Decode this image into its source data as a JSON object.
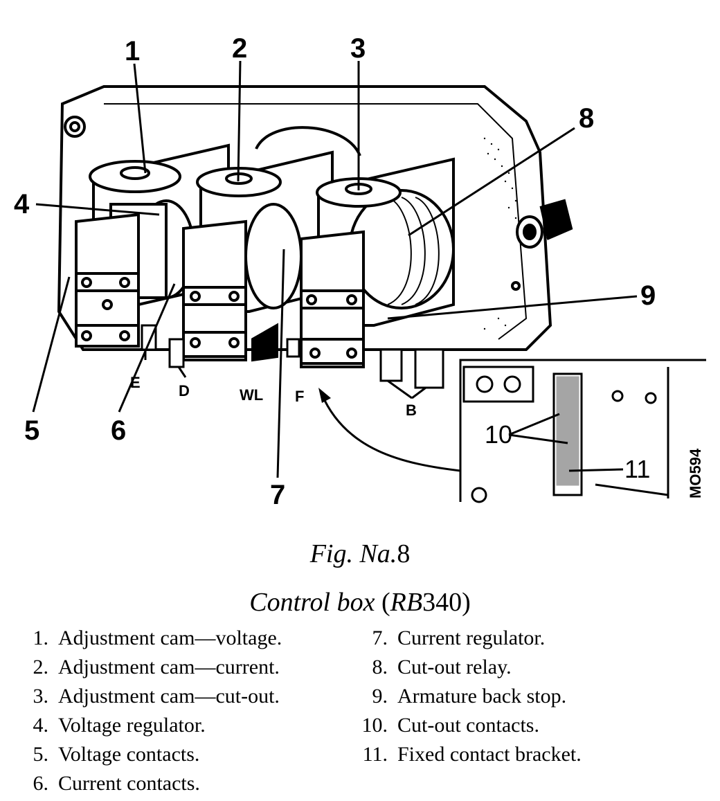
{
  "diagram": {
    "callouts": [
      "1",
      "2",
      "3",
      "4",
      "5",
      "6",
      "7",
      "8",
      "9"
    ],
    "terminals": [
      "E",
      "D",
      "WL",
      "F",
      "B"
    ],
    "inset_labels": [
      "10",
      "11"
    ],
    "drawing_code": "MO594"
  },
  "caption": {
    "fig_prefix": "Fig. Na.",
    "fig_num": "8",
    "title_italic": "Control box",
    "title_open": "(",
    "title_model_italic": "RB",
    "title_model_num": "340",
    "title_close": ")"
  },
  "legend_left": [
    {
      "num": "1.",
      "text": "Adjustment cam—voltage."
    },
    {
      "num": "2.",
      "text": "Adjustment cam—current."
    },
    {
      "num": "3.",
      "text": "Adjustment cam—cut-out."
    },
    {
      "num": "4.",
      "text": "Voltage regulator."
    },
    {
      "num": "5.",
      "text": "Voltage contacts."
    },
    {
      "num": "6.",
      "text": "Current contacts."
    }
  ],
  "legend_right": [
    {
      "num": "7.",
      "text": "Current regulator."
    },
    {
      "num": "8.",
      "text": "Cut-out relay."
    },
    {
      "num": "9.",
      "text": "Armature back stop."
    },
    {
      "num": "10.",
      "text": "Cut-out contacts."
    },
    {
      "num": "11.",
      "text": "Fixed contact bracket."
    }
  ]
}
